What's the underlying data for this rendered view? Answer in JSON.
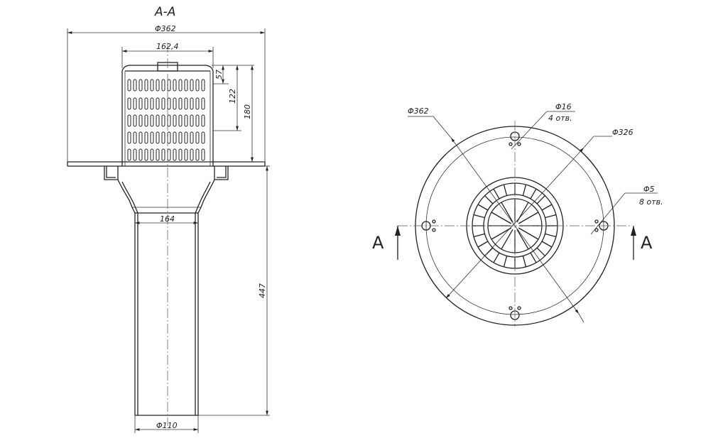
{
  "section_title": "A-A",
  "dims": {
    "d_flange": "Φ362",
    "d_grate": "162,4",
    "h_57": "57",
    "h_122": "122",
    "h_180": "180",
    "d_164": "164",
    "h_447": "447",
    "d_pipe": "Φ110"
  },
  "plan": {
    "d_outer": "Φ362",
    "d_bolt_16": "Φ16",
    "qty_4": "4 отв.",
    "d_326": "Φ326",
    "d_bolt_5": "Φ5",
    "qty_8": "8 отв.",
    "cut_left": "A",
    "cut_right": "A"
  }
}
